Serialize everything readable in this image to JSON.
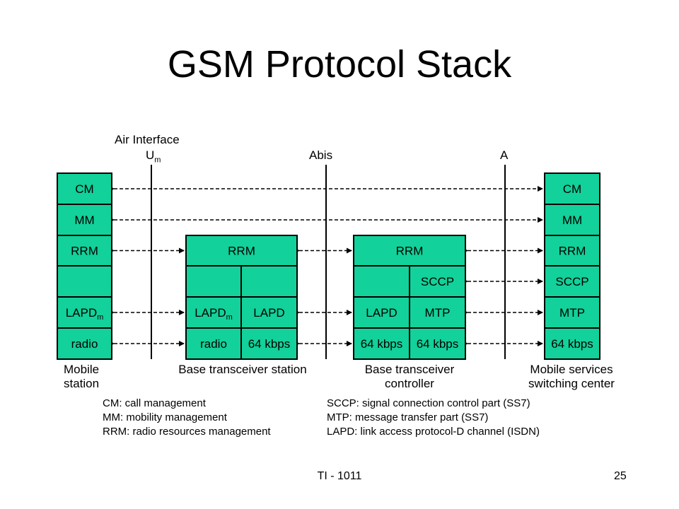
{
  "slide": {
    "title": "GSM Protocol Stack",
    "footer_center": "TI - 1011",
    "page_number": "25"
  },
  "colors": {
    "box_fill": "#12D19A",
    "box_border": "#000000",
    "line": "#000000"
  },
  "interfaces": {
    "air_interface": "Air Interface",
    "um": "U",
    "um_subscript": "m",
    "abis": "Abis",
    "a": "A"
  },
  "entities": {
    "mobile_station": "Mobile station",
    "bts": "Base transceiver station",
    "bsc": "Base transceiver controller",
    "msc": "Mobile services switching center"
  },
  "stacks": {
    "ms": {
      "cm": "CM",
      "mm": "MM",
      "rrm": "RRM",
      "blank": "",
      "lapdm": "LAPD",
      "lapdm_sub": "m",
      "radio": "radio"
    },
    "bts": {
      "rrm": "RRM",
      "lapdm": "LAPD",
      "lapdm_sub": "m",
      "lapd": "LAPD",
      "radio": "radio",
      "kbps": "64 kbps"
    },
    "bsc": {
      "rrm": "RRM",
      "sccp": "SCCP",
      "lapd": "LAPD",
      "mtp": "MTP",
      "kbps_left": "64 kbps",
      "kbps_right": "64 kbps"
    },
    "msc": {
      "cm": "CM",
      "mm": "MM",
      "rrm": "RRM",
      "sccp": "SCCP",
      "mtp": "MTP",
      "kbps": "64 kbps"
    }
  },
  "legend": {
    "left": [
      "CM: call management",
      "MM: mobility management",
      "RRM: radio resources management"
    ],
    "right": [
      "SCCP: signal connection control part (SS7)",
      "MTP: message transfer part (SS7)",
      "LAPD: link access protocol-D channel (ISDN)"
    ]
  }
}
